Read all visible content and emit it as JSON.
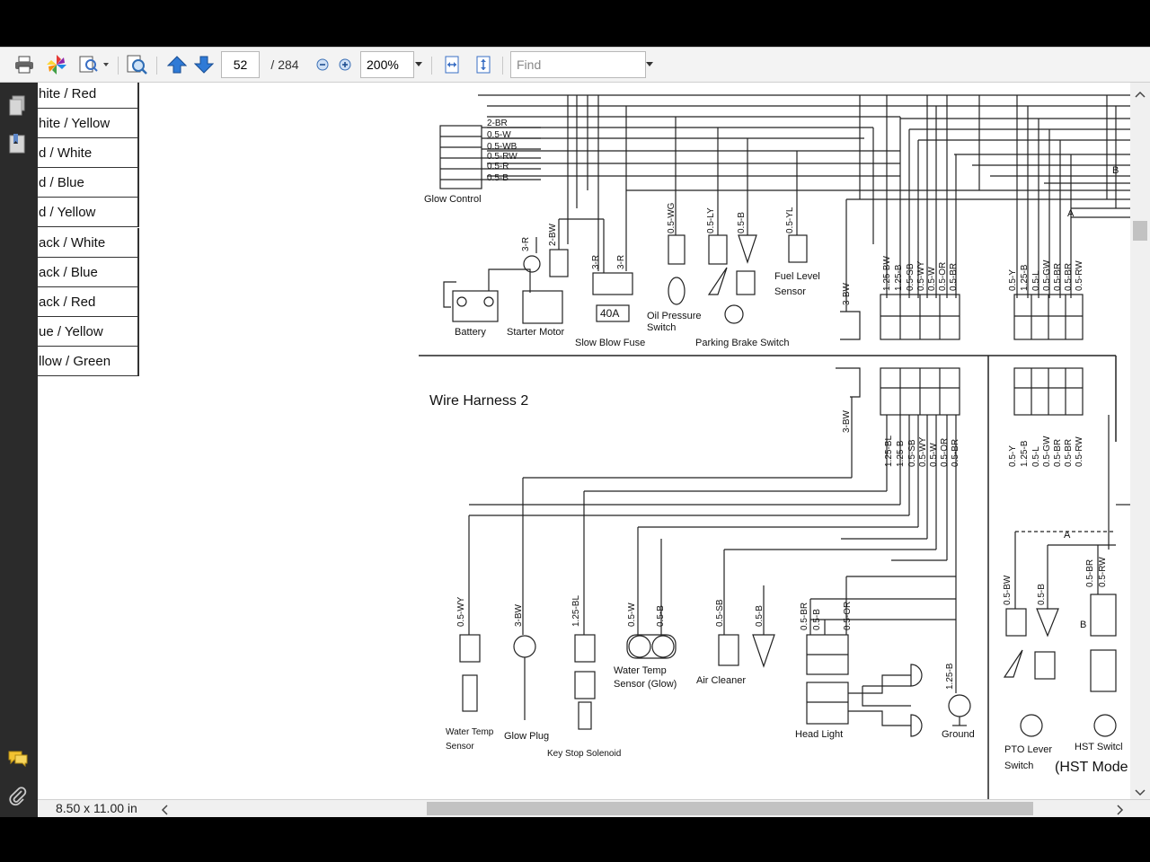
{
  "toolbar": {
    "page_current": "52",
    "page_total": "/ 284",
    "zoom": "200%",
    "find_placeholder": "Find"
  },
  "status": {
    "page_size": "8.50 x 11.00 in"
  },
  "legend": [
    "hite / Red",
    "hite / Yellow",
    "d / White",
    "d / Blue",
    "d / Yellow",
    "ack / White",
    "ack / Blue",
    "ack / Red",
    "ue / Yellow",
    "llow / Green"
  ],
  "diagram": {
    "top": {
      "glow_control": "Glow Control",
      "glow_wires": [
        "2-BR",
        "0.5-W",
        "0.5-WB",
        "0.5-RW",
        "0.5-R",
        "0.5-B"
      ],
      "battery": "Battery",
      "starter_motor": "Starter Motor",
      "slow_blow_fuse": "Slow Blow Fuse",
      "fuse_rating": "40A",
      "oil_pressure_switch": "Oil Pressure\nSwitch",
      "parking_brake_switch": "Parking Brake Switch",
      "fuel_level_sensor": "Fuel Level\nSensor",
      "wire_3r": "3-R",
      "wire_2bw": "2-BW",
      "wire_3r_b": "3-R",
      "wire_3r_c": "3-R",
      "wire_05wg": "0.5-WG",
      "wire_05ly": "0.5-LY",
      "wire_05b": "0.5-B",
      "wire_05yl": "0.5-YL",
      "wire_3bw": "3-BW",
      "conn1_wires": [
        "1.25-BW",
        "1.25-B",
        "0.5-SB",
        "0.5-WY",
        "0.5-W",
        "0.5-OR",
        "0.5-BR"
      ],
      "conn2_wires": [
        "0.5-Y",
        "1.25-B",
        "0.5-L",
        "0.5-GW",
        "0.5-BR",
        "0.5-BR",
        "0.5-RW"
      ],
      "marker_a": "A",
      "marker_b": "B"
    },
    "bottom": {
      "title": "Wire Harness 2",
      "water_temp_sensor": "Water Temp\nSensor",
      "glow_plug": "Glow Plug",
      "key_stop_solenoid": "Key Stop Solenoid",
      "water_temp_sensor_glow": "Water Temp\nSensor (Glow)",
      "air_cleaner": "Air Cleaner",
      "head_light": "Head Light",
      "ground": "Ground",
      "pto_lever_switch": "PTO Lever\nSwitch",
      "hst_switch": "HST Switcl",
      "hst_mode": "(HST Mode",
      "wire_05wy": "0.5-WY",
      "wire_3bw": "3-BW",
      "wire_125bl": "1.25-BL",
      "wire_05w": "0.5-W",
      "wire_05b": "0.5-B",
      "wire_05sb": "0.5-SB",
      "wire_05b2": "0.5-B",
      "wire_hl": [
        "0.5-BR",
        "0.5-B",
        "0.5-OR"
      ],
      "wire_125b": "1.25-B",
      "wire_05bw": "0.5-BW",
      "wire_05b3": "0.5-B",
      "wire_right": [
        "0.5-BR",
        "0.5-RW"
      ],
      "wire_3bw_top": "3-BW",
      "conn1_wires": [
        "1.25-BL",
        "1.25-B",
        "0.5-SB",
        "0.5-WY",
        "0.5-W",
        "0.5-OR",
        "0.5-BR"
      ],
      "conn2_wires": [
        "0.5-Y",
        "1.25-B",
        "0.5-L",
        "0.5-GW",
        "0.5-BR",
        "0.5-BR",
        "0.5-RW"
      ],
      "marker_a": "A",
      "marker_b": "B"
    }
  }
}
